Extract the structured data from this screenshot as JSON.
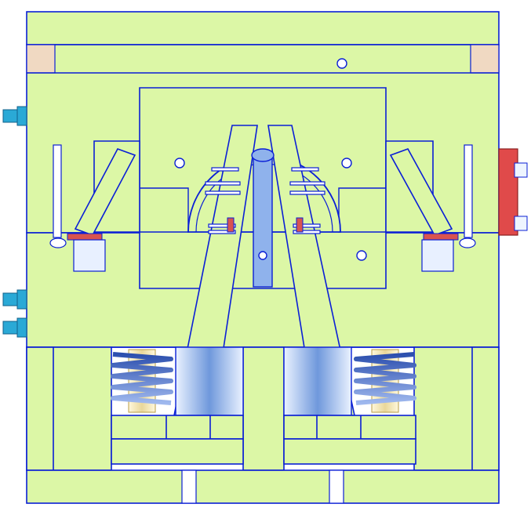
{
  "drawing": {
    "kind": "mold-assembly-cross-section",
    "colors": {
      "plate_fill": "#dcf7a6",
      "line": "#0a1fd6",
      "slider_blue": "#8fb2ec",
      "cavity_blue": "#5f8fd8",
      "ejector_bush": "#f3e6b2",
      "spring_blue": "#3c5fbf",
      "wear_plate": "#f0d9c2",
      "pad_red": "#d9534f",
      "fitting_cyan": "#2aa9d6",
      "hydraulic_red": "#e04a4a",
      "hydraulic_light": "#eef5ff",
      "background": "#ffffff"
    },
    "parts": [
      "top-clamp-plate",
      "a-plate",
      "b-plate",
      "support-block-left",
      "support-block-right",
      "ejector-plate-left",
      "ejector-plate-right",
      "bottom-clamp-plate",
      "core-insert",
      "central-core-pin",
      "angled-lifter-left",
      "angled-lifter-right",
      "side-slider-left",
      "side-slider-right",
      "return-spring-left",
      "return-spring-right",
      "cooling-fittings-left",
      "hydraulic-cylinder-right"
    ]
  }
}
